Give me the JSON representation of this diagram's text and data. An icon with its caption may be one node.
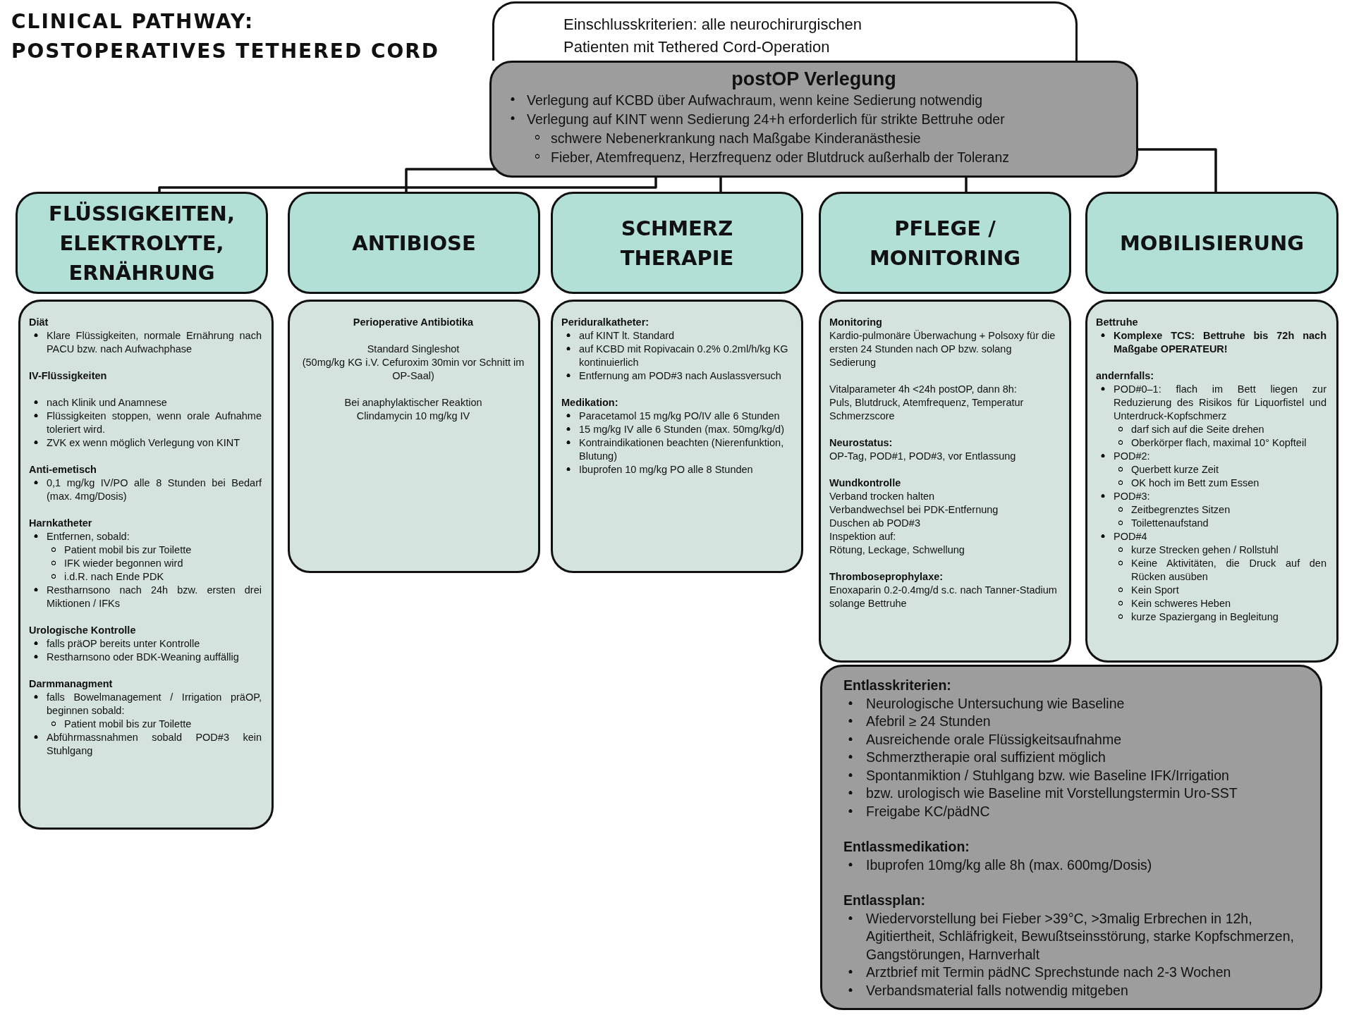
{
  "diagram": {
    "title": "CLINICAL PATHWAY: POSTOPERATIVES TETHERED CORD",
    "nodes": [
      {
        "text": [
          "Einschlusskriterien: alle neurochirurgischen Patienten mit Tethered Cord-Operation"
        ]
      },
      {
        "text": [
          "postOP Verlegung",
          "Verlegung auf KCBD über Aufwachraum, wenn keine Sedierung notwendig",
          "Verlegung auf KINT wenn Sedierung 24+h erforderlich für strikte Bettruhe oder",
          "schwere Nebenerkrankung nach Maßgabe Kinderanästhesie",
          "Fieber, Atemfrequenz, Herzfrequenz oder Blutdruck außerhalb der Toleranz"
        ]
      },
      {
        "text": [
          "FLÜSSIGKEITEN, ELEKTROLYTE, ERNÄHRUNG"
        ]
      },
      {
        "text": [
          "ANTIBIOSE"
        ]
      },
      {
        "text": [
          "SCHMERZ THERAPIE"
        ]
      },
      {
        "text": [
          "PFLEGE / MONITORING"
        ]
      },
      {
        "text": [
          "MOBILISIERUNG"
        ]
      },
      {
        "text": [
          "Diät",
          "Klare Flüssigkeiten, normale Ernährung nach PACU bzw. nach Aufwachphase",
          "IV-Flüssigkeiten",
          "nach Klinik und Anamnese",
          "Flüssigkeiten stoppen, wenn orale Aufnahme toleriert wird.",
          "ZVK ex wenn möglich Verlegung von KINT",
          "Anti-emetisch",
          "0,1 mg/kg IV/PO alle 8 Stunden bei Bedarf (max. 4mg/Dosis)",
          "Harnkatheter",
          "Entfernen, sobald:",
          "Patient mobil bis zur Toilette",
          "IFK wieder begonnen wird",
          "i.d.R. nach Ende PDK",
          "Restharnsono nach 24h bzw. ersten drei Miktionen / IFKs",
          "Urologische Kontrolle",
          "falls präOP bereits unter Kontrolle",
          "Restharnsono oder BDK-Weaning auffällig",
          "Darmmanagment",
          "falls Bowelmanagement / Irrigation präOP, beginnen sobald:",
          "Patient mobil bis zur Toilette",
          "Abführmassnahmen sobald POD#3 kein Stuhlgang"
        ]
      },
      {
        "text": [
          "Perioperative Antibiotika",
          "Standard Singleshot",
          "(50mg/kg KG i.V. Cefuroxim 30min vor Schnitt im OP-Saal)",
          "Bei anaphylaktischer Reaktion",
          "Clindamycin 10 mg/kg IV"
        ]
      },
      {
        "text": [
          "Periduralkatheter:",
          "auf KINT lt. Standard",
          "auf KCBD mit Ropivacain 0.2% 0.2ml/h/kg KG kontinuierlich",
          "Entfernung am POD#3 nach Auslassversuch",
          "Medikation:",
          "Paracetamol 15 mg/kg PO/IV alle 6 Stunden",
          "15 mg/kg IV alle 6 Stunden (max. 50mg/kg/d)",
          "Kontraindikationen beachten (Nierenfunktion, Blutung)",
          "Ibuprofen 10 mg/kg PO alle 8 Stunden"
        ]
      },
      {
        "text": [
          "Monitoring",
          "Kardio-pulmonäre Überwachung + Polsoxy für die ersten 24 Stunden nach OP bzw. solang Sedierung",
          "Vitalparameter 4h <24h postOP, dann 8h:",
          "Puls, Blutdruck, Atemfrequenz, Temperatur",
          "Schmerzscore",
          "Neurostatus:",
          "OP-Tag, POD#1, POD#3, vor Entlassung",
          "Wundkontrolle",
          "Verband trocken halten",
          "Verbandwechsel bei PDK-Entfernung",
          "Duschen ab POD#3",
          "Inspektion auf:",
          "Rötung, Leckage, Schwellung",
          "Thromboseprophylaxe:",
          "Enoxaparin 0.2-0.4mg/d s.c. nach Tanner-Stadium solange Bettruhe"
        ]
      },
      {
        "text": [
          "Bettruhe",
          "Komplexe TCS: Bettruhe bis 72h nach Maßgabe OPERATEUR!",
          "andernfalls:",
          "POD#0–1: flach im Bett liegen zur Reduzierung des Risikos für Liquorfistel und Unterdruck-Kopfschmerz",
          "darf sich auf die Seite drehen",
          "Oberkörper flach, maximal 10° Kopfteil",
          "POD#2:",
          "Querbett kurze Zeit",
          "OK hoch im Bett zum Essen",
          "POD#3:",
          "Zeitbegrenztes Sitzen",
          "Toilettenaufstand",
          "POD#4",
          "kurze Strecken gehen / Rollstuhl",
          "Keine Aktivitäten, die Druck auf den Rücken ausüben",
          "Kein Sport",
          "Kein schweres Heben",
          "kurze Spaziergang in Begleitung"
        ]
      },
      {
        "text": [
          "Entlasskriterien:",
          "Neurologische Untersuchung wie Baseline",
          "Afebril ≥ 24 Stunden",
          "Ausreichende orale Flüssigkeitsaufnahme",
          "Schmerztherapie oral suffizient möglich",
          "Spontanmiktion / Stuhlgang bzw. wie Baseline IFK/Irrigation",
          "bzw. urologisch wie Baseline mit Vorstellungstermin Uro-SST",
          "Freigabe KC/pädNC",
          "Entlassmedikation:",
          "Ibuprofen 10mg/kg alle 8h (max. 600mg/Dosis)",
          "Entlassplan:",
          "Wiedervorstellung bei Fieber >39°C, >3malig Erbrechen in 12h, Agitiertheit, Schläfrigkeit, Bewußtseinsstörung, starke Kopfschmerzen, Gangstörungen, Harnverhalt",
          "Arztbrief mit Termin pädNC Sprechstunde nach 2-3 Wochen",
          "Verbandsmaterial falls notwendig mitgeben"
        ]
      }
    ],
    "edges": [
      {
        "from": 1,
        "to": 2,
        "arrow": "none"
      },
      {
        "from": 1,
        "to": 3,
        "arrow": "none"
      },
      {
        "from": 1,
        "to": 4,
        "arrow": "none"
      },
      {
        "from": 1,
        "to": 5,
        "arrow": "none"
      },
      {
        "from": 1,
        "to": 6,
        "arrow": "none"
      }
    ]
  }
}
